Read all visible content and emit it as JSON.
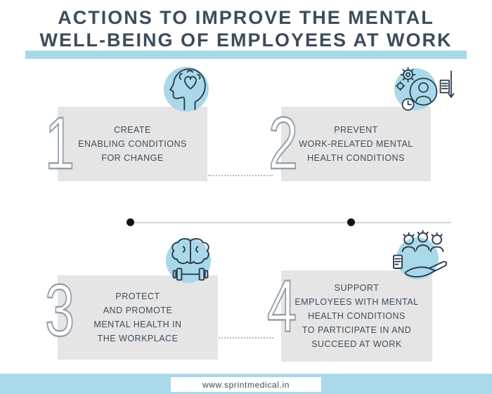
{
  "title": {
    "text": "ACTIONS TO IMPROVE THE MENTAL\nWELL-BEING OF EMPLOYEES AT WORK"
  },
  "steps": [
    {
      "number": "1",
      "label": "CREATE\nENABLING CONDITIONS\nFOR CHANGE",
      "icon": "head-brain-heart-icon"
    },
    {
      "number": "2",
      "label": "PREVENT\nWORK-RELATED MENTAL\nHEALTH CONDITIONS",
      "icon": "worker-gears-clock-icon"
    },
    {
      "number": "3",
      "label": "PROTECT\nAND PROMOTE\nMENTAL HEALTH IN\nTHE WORKPLACE",
      "icon": "brain-dumbbell-icon"
    },
    {
      "number": "4",
      "label": "SUPPORT\nEMPLOYEES WITH MENTAL\nHEALTH CONDITIONS\nTO PARTICIPATE IN AND\nSUCCEED AT WORK",
      "icon": "team-support-hand-icon"
    }
  ],
  "footer": {
    "url": "www.sprintmedical.in"
  },
  "colors": {
    "accent": "#a9d9e8",
    "title_text": "#3d4c5b",
    "box_bg": "#e5e5e5",
    "line_art": "#2c3b4c",
    "timeline_dot": "#101114",
    "connector": "#b3b9bf"
  }
}
